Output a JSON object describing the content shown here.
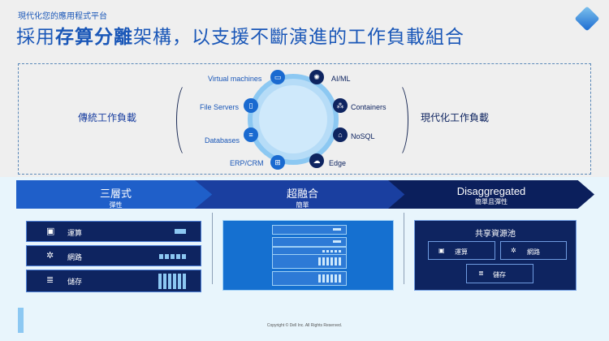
{
  "header": {
    "subtitle": "現代化您的應用程式平台",
    "title_pre": "採用",
    "title_bold": "存算分離",
    "title_post": "架構，以支援不斷演進的工作負載組合"
  },
  "workloads": {
    "traditional_label": "傳統工作負載",
    "modern_label": "現代化工作負載",
    "traditional": [
      "Virtual machines",
      "File Servers",
      "Databases",
      "ERP/CRM"
    ],
    "modern": [
      "AI/ML",
      "Containers",
      "NoSQL",
      "Edge"
    ]
  },
  "stages": [
    {
      "title": "三層式",
      "subtitle": "彈性"
    },
    {
      "title": "超融合",
      "subtitle": "簡單"
    },
    {
      "title": "Disaggregated",
      "subtitle": "簡單且彈性"
    }
  ],
  "three_tier": [
    "運算",
    "網路",
    "儲存"
  ],
  "pool": {
    "title": "共享資源池",
    "items": [
      "運算",
      "網路",
      "儲存"
    ]
  },
  "footer": {
    "copyright": "Copyright © Dell Inc. All Rights Reserved."
  }
}
